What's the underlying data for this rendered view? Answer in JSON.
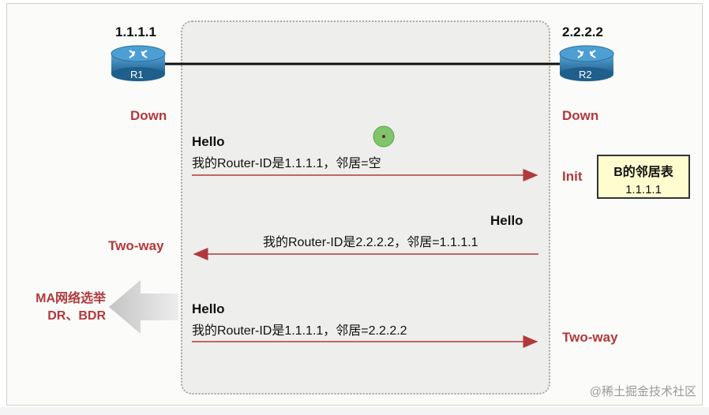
{
  "r1": {
    "ip": "1.1.1.1",
    "label": "R1",
    "state1": "Down",
    "state2": "Two-way"
  },
  "r2": {
    "ip": "2.2.2.2",
    "label": "R2",
    "state1": "Down",
    "state2": "Init",
    "state3": "Two-way"
  },
  "messages": [
    {
      "title": "Hello",
      "body": "我的Router-ID是1.1.1.1，邻居=空"
    },
    {
      "title": "Hello",
      "body": "我的Router-ID是2.2.2.2，邻居=1.1.1.1"
    },
    {
      "title": "Hello",
      "body": "我的Router-ID是1.1.1.1，邻居=2.2.2.2"
    }
  ],
  "neighbor_table": {
    "title": "B的邻居表",
    "value": "1.1.1.1"
  },
  "election": {
    "line1": "MA网络选举",
    "line2": "DR、BDR"
  },
  "watermark": "@稀土掘金技术社区",
  "colors": {
    "state": "#b1393d",
    "arrow": "#b1393d",
    "router": "#2f7eb0",
    "table_bg": "#fffccf"
  }
}
